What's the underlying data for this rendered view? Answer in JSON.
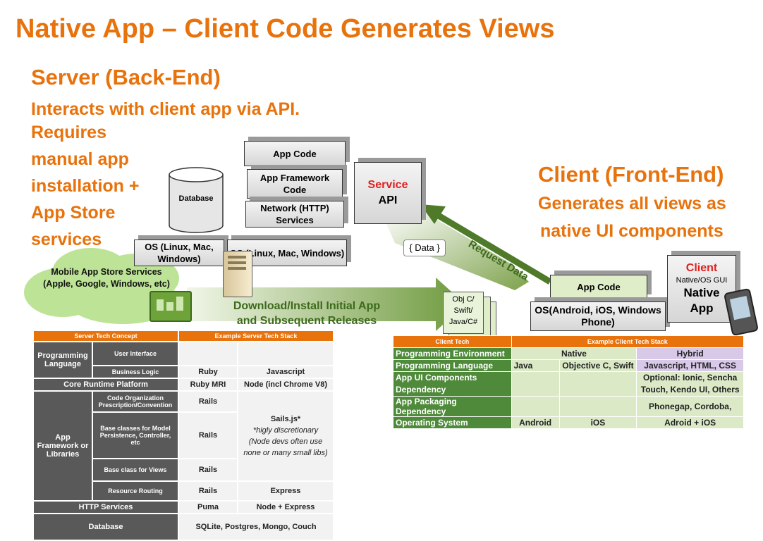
{
  "title": "Native App – Client Code Generates Views",
  "server": {
    "heading": "Server (Back-End)",
    "line1": "Interacts with client app via API.",
    "lines": [
      "Requires",
      "manual app",
      "installation +",
      "App Store",
      "services"
    ]
  },
  "client": {
    "heading": "Client (Front-End)",
    "line1": "Generates all views as",
    "line2": "native UI components"
  },
  "stack": {
    "app_code": "App Code",
    "framework": "App Framework Code",
    "network": "Network (HTTP) Services",
    "database": "Database",
    "os1": "OS (Linux, Mac, Windows)",
    "os2": "OS (Linux, Mac, Windows)",
    "service_red": "Service",
    "service_api": "API"
  },
  "data_label": "{ Data }",
  "request_label": "Request Data",
  "cloud_text": "Mobile App Store Services (Apple, Google, Windows, etc)",
  "download_line1": "Download/Install Initial App",
  "download_line2": "and Subsequent Releases",
  "docs_text": "Obj C/ Swift/ Java/C#",
  "client_stack": {
    "app_code": "App Code",
    "os": "OS(Android, iOS, Windows Phone)",
    "native_red": "Client",
    "native_sub": "Native/OS GUI",
    "native_main": "Native App"
  },
  "server_table": {
    "header_left": "Server Tech  Concept",
    "header_right": "Example Server Tech Stack",
    "programming_language": "Programming Language",
    "user_interface": "User Interface",
    "business_logic": "Business Logic",
    "bl_ruby": "Ruby",
    "bl_js": "Javascript",
    "runtime": "Core Runtime Platform",
    "rt_ruby": "Ruby MRI",
    "rt_node": "Node (incl Chrome V8)",
    "framework": "App Framework or Libraries",
    "code_org": "Code Organization Prescription/Convention",
    "rails1": "Rails",
    "base_classes": "Base classes for Model Persistence, Controller, etc",
    "rails2": "Rails",
    "sails": "Sails.js*",
    "sails_note1": "*higly discretionary",
    "sails_note2": "(Node devs often use none or many small libs)",
    "views": "Base class for Views",
    "rails3": "Rails",
    "routing": "Resource Routing",
    "rails4": "Rails",
    "express": "Express",
    "http": "HTTP Services",
    "puma": "Puma",
    "node_express": "Node + Express",
    "database": "Database",
    "db_value": "SQLite, Postgres, Mongo, Couch"
  },
  "client_table": {
    "header_left": "Client Tech",
    "header_right": "Example Client Tech Stack",
    "rows": [
      {
        "label": "Programming Environment",
        "a": "",
        "b": "Native",
        "c": "Hybrid"
      },
      {
        "label": "Programming Language",
        "a": "Java",
        "b": "Objective C, Swift",
        "c": "Javascript, HTML, CSS"
      },
      {
        "label": "App UI Components Dependency",
        "a": "",
        "b": "",
        "c": "Optional: Ionic, Sencha Touch, Kendo UI, Others"
      },
      {
        "label": "App Packaging Dependency",
        "a": "",
        "b": "",
        "c": "Phonegap, Cordoba,"
      },
      {
        "label": "Operating System",
        "a": "Android",
        "b": "iOS",
        "c": "Adroid  + iOS"
      }
    ]
  }
}
